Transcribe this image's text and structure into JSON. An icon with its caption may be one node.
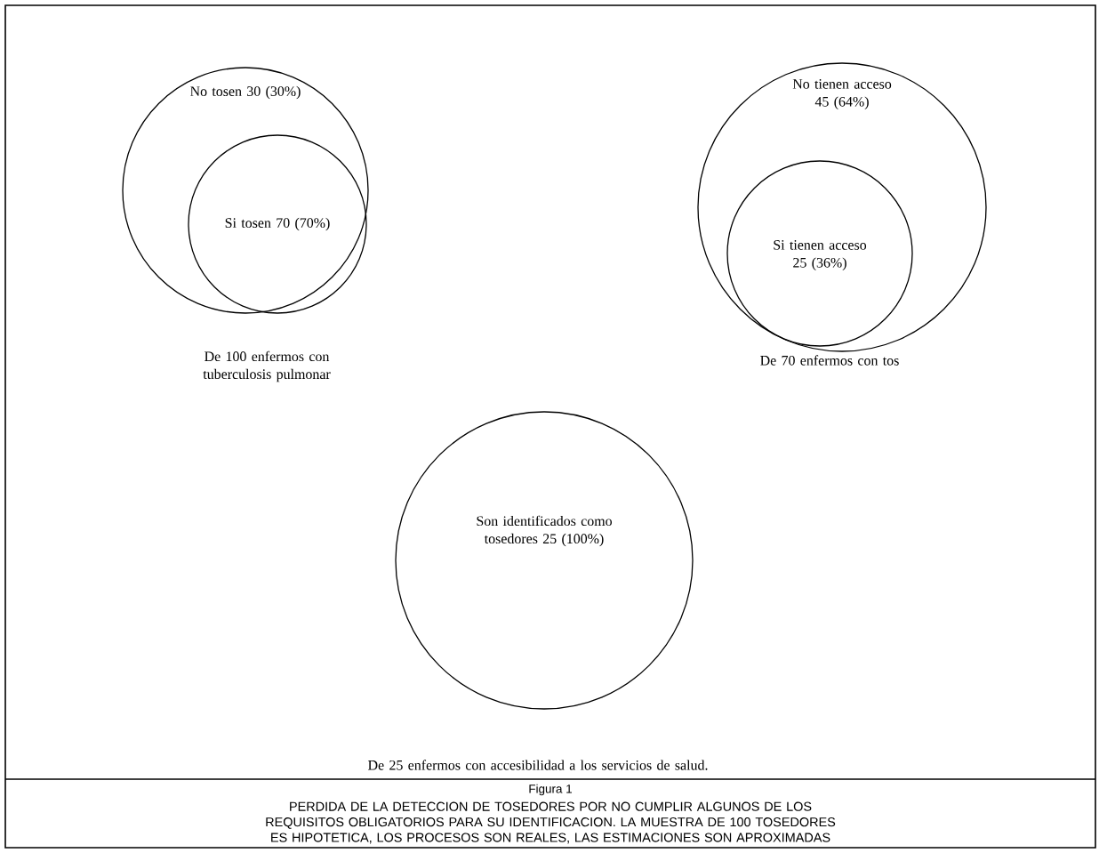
{
  "diagram": {
    "title": "Figura 1",
    "caption": "PERDIDA DE LA DETECCION DE TOSEDORES POR NO CUMPLIR ALGUNOS DE LOS REQUISITOS OBLIGATORIOS PARA SU IDENTIFICACION. LA MUESTRA DE 100 TOSEDORES ES HIPOTETICA, LOS PROCESOS SON REALES, LAS ESTIMACIONES SON APROXIMADAS",
    "nodes": [
      {
        "text": [
          "No tosen 30 (30%)"
        ],
        "beside": [
          "De 100 enfermos con tuberculosis pulmonar"
        ]
      },
      {
        "text": [
          "Si tosen 70 (70%)"
        ],
        "in": 0
      },
      {
        "text": [
          "No tienen acceso 45 (64%)"
        ],
        "beside": [
          "De 70 enfermos con tos"
        ]
      },
      {
        "text": [
          "Si tienen acceso 25 (36%)"
        ],
        "in": 2
      },
      {
        "text": [
          "Son identificados como tosedores 25 (100%)"
        ],
        "beside": [
          "De 25 enfermos con accesibilidad a los servicios de salud."
        ]
      }
    ]
  }
}
